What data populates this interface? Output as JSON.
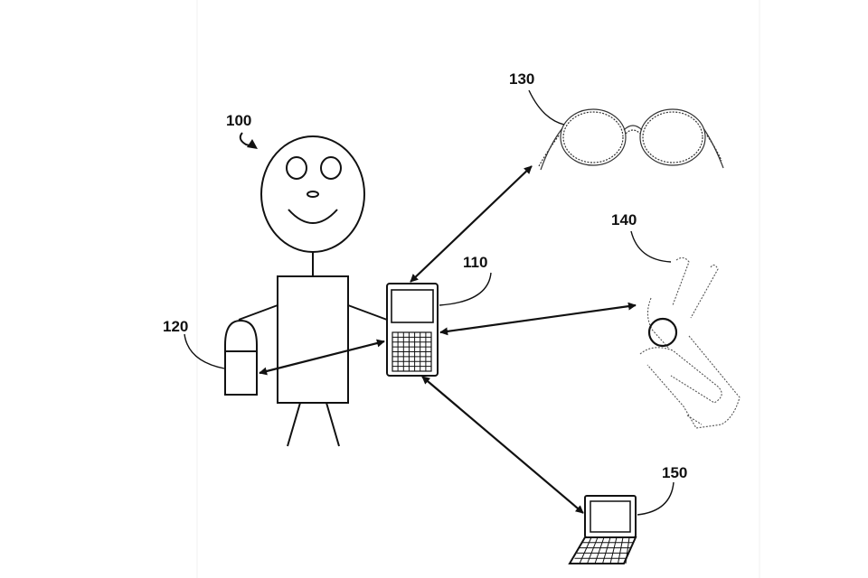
{
  "labels": {
    "person": "100",
    "phone": "110",
    "glucose_meter": "120",
    "glasses": "130",
    "knee_sensor": "140",
    "laptop": "150"
  },
  "icons": {
    "person": "stick-figure-icon",
    "phone": "handheld-device-icon",
    "glucose_meter": "wearable-sensor-icon",
    "glasses": "eyeglasses-icon",
    "knee_sensor": "knee-joint-icon",
    "laptop": "laptop-icon"
  },
  "colors": {
    "stroke": "#111111",
    "background": "#ffffff"
  }
}
